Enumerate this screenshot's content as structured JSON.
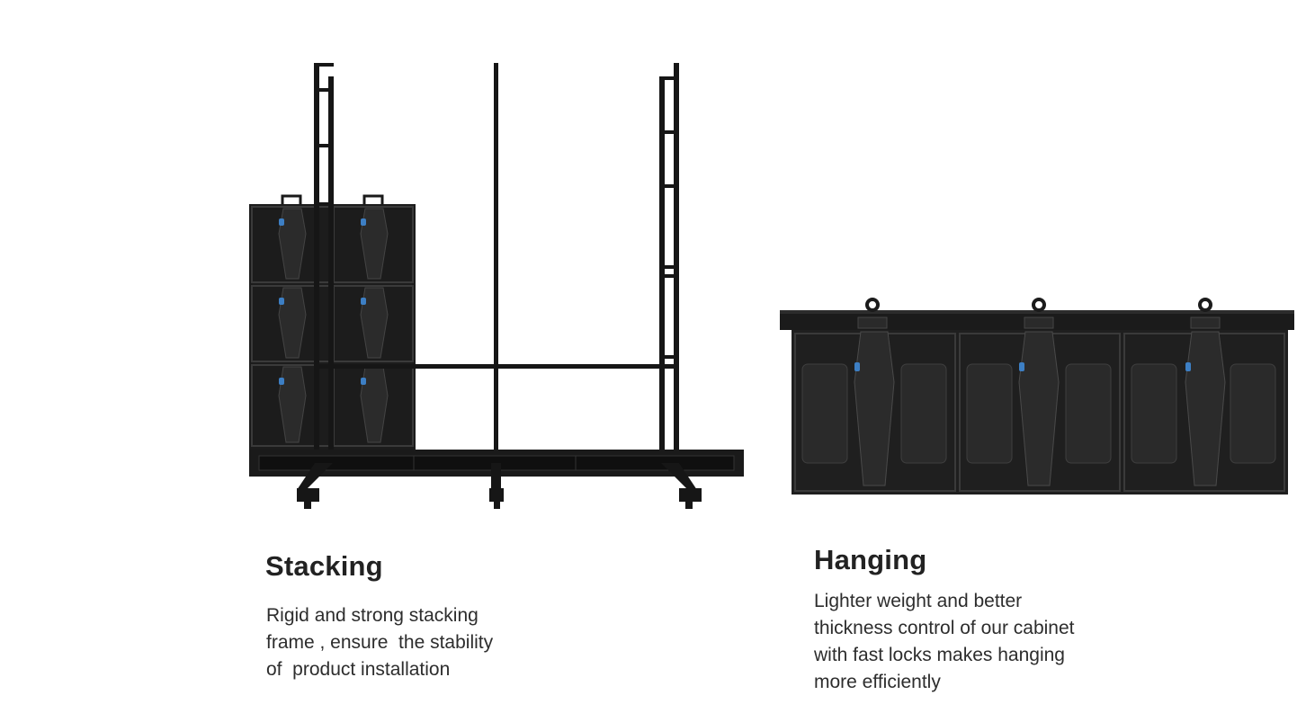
{
  "sections": [
    {
      "id": "stacking",
      "title": "Stacking",
      "lines": [
        "Rigid and strong stacking",
        "frame , ensure  the stability",
        "of  product installation"
      ]
    },
    {
      "id": "hanging",
      "title": "Hanging",
      "lines": [
        "Lighter weight and better",
        "thickness control of our cabinet",
        "with fast locks makes hanging",
        "more efficiently"
      ]
    }
  ],
  "colors": {
    "frame": "#161616",
    "panel": "#1f1f1f",
    "panel_detail": "#3a3a3a",
    "accent_blue": "#3d7fc4",
    "text": "#2d2d2d"
  }
}
